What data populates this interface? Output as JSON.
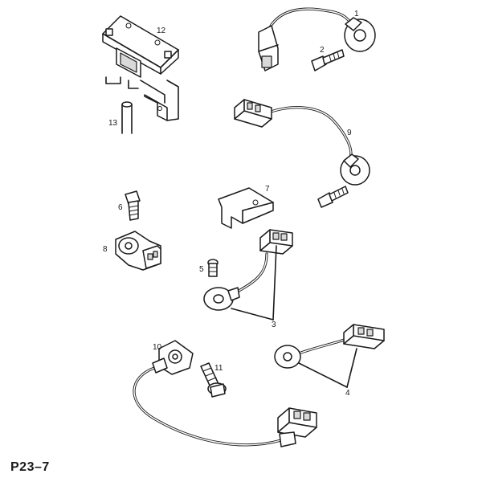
{
  "diagram": {
    "figure_code": "P23–7",
    "callouts": {
      "c1": "1",
      "c2": "2",
      "c3": "3",
      "c4": "4",
      "c5": "5",
      "c6": "6",
      "c7": "7",
      "c8": "8",
      "c9": "9",
      "c10": "10",
      "c11": "11",
      "c12": "12",
      "c13": "13"
    }
  }
}
